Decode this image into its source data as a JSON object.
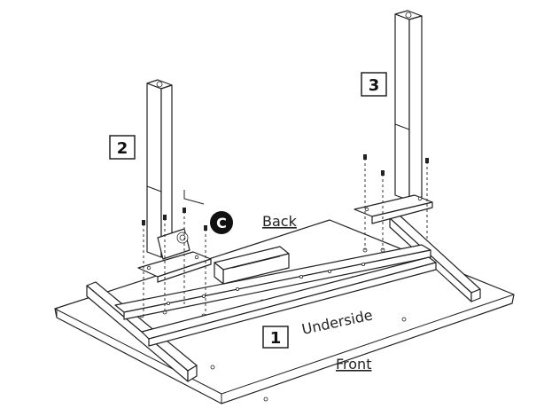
{
  "labels": {
    "front": "Front",
    "back": "Back",
    "underside": "Underside",
    "callout_1": "1",
    "callout_2": "2",
    "callout_3": "3",
    "callout_c": "C"
  },
  "colors": {
    "line": "#222222",
    "background": "#ffffff",
    "callout_c_fill": "#111111"
  }
}
